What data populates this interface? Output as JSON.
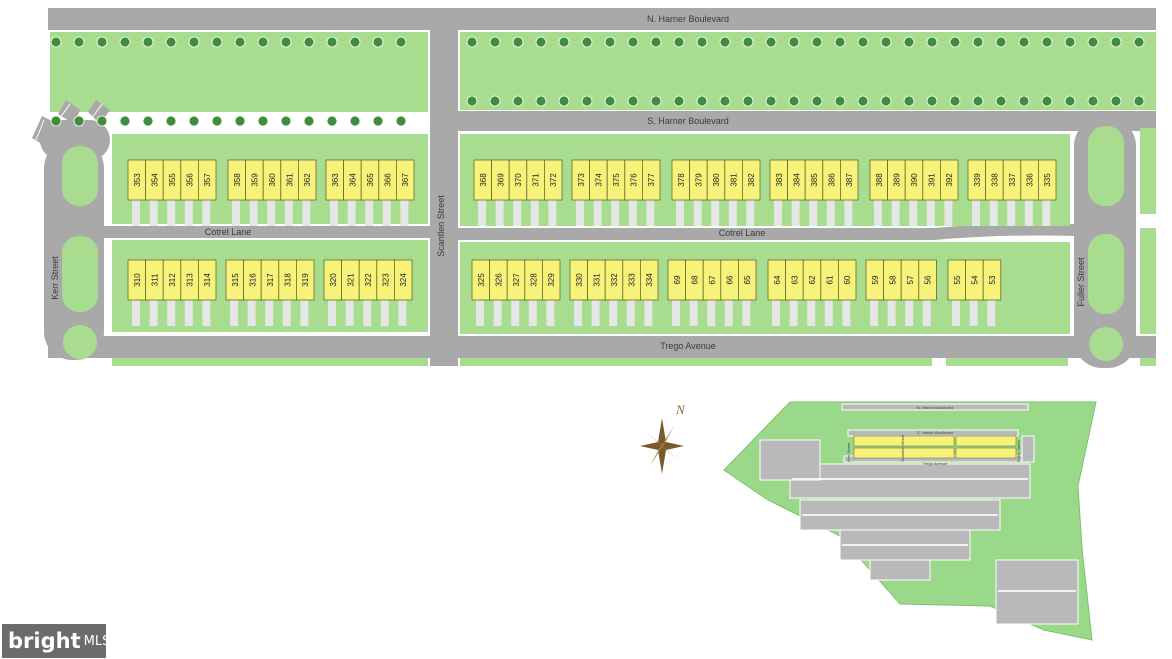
{
  "streets": {
    "n_harner": "N. Harner Boulevard",
    "s_harner": "S. Harner Boulevard",
    "cotrel_left": "Cotrel Lane",
    "cotrel_right": "Cotrel Lane",
    "trego": "Trego Avenue",
    "kerr": "Kerr Street",
    "scantlen": "Scantlen Street",
    "fuller": "Fuller Street"
  },
  "north_row_groups": [
    [
      "353",
      "354",
      "355",
      "356",
      "357"
    ],
    [
      "358",
      "359",
      "360",
      "361",
      "362"
    ],
    [
      "363",
      "364",
      "365",
      "366",
      "367"
    ],
    [
      "368",
      "369",
      "370",
      "371",
      "372"
    ],
    [
      "373",
      "374",
      "375",
      "376",
      "377"
    ],
    [
      "378",
      "379",
      "380",
      "381",
      "382"
    ],
    [
      "383",
      "384",
      "385",
      "386",
      "387"
    ],
    [
      "388",
      "389",
      "390",
      "391",
      "392"
    ],
    [
      "339",
      "338",
      "337",
      "336",
      "335"
    ]
  ],
  "south_row_groups": [
    [
      "310",
      "311",
      "312",
      "313",
      "314"
    ],
    [
      "315",
      "316",
      "317",
      "318",
      "319"
    ],
    [
      "320",
      "321",
      "322",
      "323",
      "324"
    ],
    [
      "325",
      "326",
      "327",
      "328",
      "329"
    ],
    [
      "330",
      "331",
      "332",
      "333",
      "334"
    ],
    [
      "69",
      "68",
      "67",
      "66",
      "65"
    ],
    [
      "64",
      "63",
      "62",
      "61",
      "60"
    ],
    [
      "59",
      "58",
      "57",
      "56"
    ],
    [
      "55",
      "54",
      "53"
    ]
  ],
  "compass": {
    "north_letter": "N"
  },
  "overview": {
    "n_harner": "N. Harner Boulevard",
    "s_harner": "S. Harner Boulevard",
    "trego": "Trego Avenue",
    "kerr": "Kerr Street",
    "scantlen": "Scantlen Street",
    "fuller": "Fuller Street"
  },
  "watermark": {
    "brand": "bright",
    "suffix": "MLS"
  },
  "colors": {
    "road": "#a9a9a9",
    "grass": "#a8dc8e",
    "lot": "#f6f27a",
    "lot_border": "#6a6a2a",
    "tree": "#3e8e3e",
    "overview_green": "#9bd98a"
  }
}
